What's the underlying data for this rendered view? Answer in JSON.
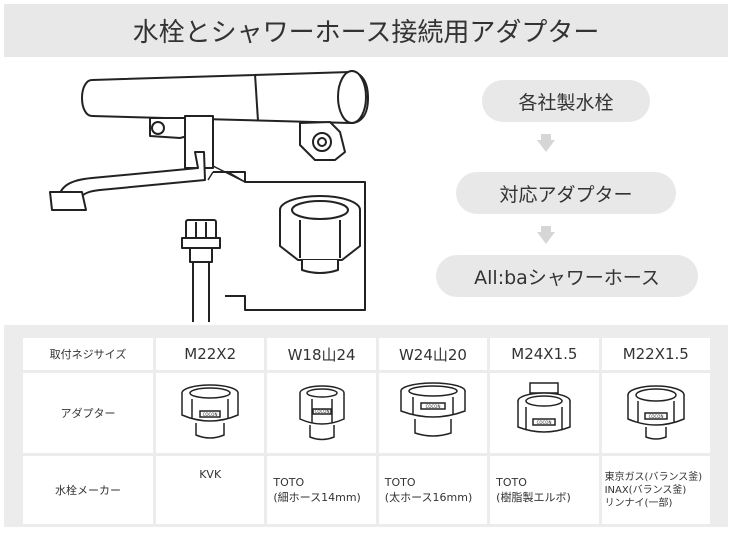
{
  "title": "水栓とシャワーホース接続用アダプター",
  "flow": {
    "steps": [
      "各社製水栓",
      "対応アダプター",
      "All:baシャワーホース"
    ]
  },
  "table": {
    "row_headers": [
      "取付ネジサイズ",
      "アダプター",
      "水栓メーカー"
    ],
    "thread_sizes": [
      "M22X2",
      "W18山24",
      "W24山20",
      "M24X1.5",
      "M22X1.5"
    ],
    "adapter_marks": [
      "COCON",
      "COCON",
      "COCON",
      "COCON",
      "COCON"
    ],
    "makers": [
      {
        "lines": [
          "KVK"
        ]
      },
      {
        "lines": [
          "TOTO",
          "(細ホース14mm)"
        ]
      },
      {
        "lines": [
          "TOTO",
          "(太ホース16mm)"
        ]
      },
      {
        "lines": [
          "TOTO",
          "(樹脂製エルボ)"
        ]
      },
      {
        "lines": [
          "東京ガス(バランス釜)",
          "INAX(バランス釜)",
          "リンナイ(一部)"
        ]
      }
    ]
  }
}
